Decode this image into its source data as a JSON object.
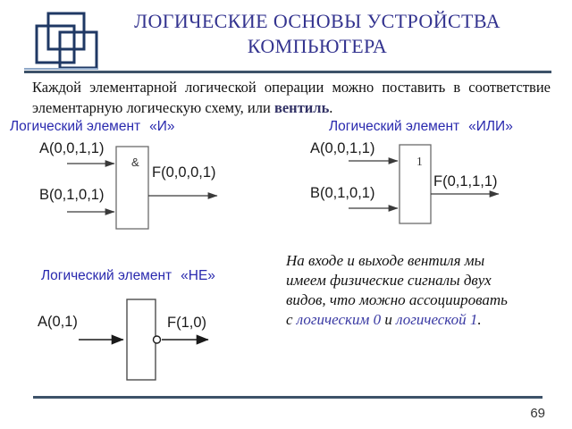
{
  "header": {
    "title_line1": "ЛОГИЧЕСКИЕ ОСНОВЫ УСТРОЙСТВА",
    "title_line2": "КОМПЬЮТЕРА",
    "logo_icon": "overlapping-squares-icon"
  },
  "intro": {
    "text": "Каждой элементарной логической операции можно поставить в соответствие элементарную логическую схему, или ",
    "highlight": "вентиль",
    "suffix": "."
  },
  "gates": {
    "and": {
      "heading_prefix": "Логический элемент",
      "heading_name": "«И»",
      "symbol": "&",
      "input_a": "A(0,0,1,1)",
      "input_b": "B(0,1,0,1)",
      "output": "F(0,0,0,1)"
    },
    "or": {
      "heading_prefix": "Логический элемент",
      "heading_name": "«ИЛИ»",
      "symbol": "1",
      "input_a": "A(0,0,1,1)",
      "input_b": "B(0,1,0,1)",
      "output": "F(0,1,1,1)"
    },
    "not": {
      "heading_prefix": "Логический элемент",
      "heading_name": "«НЕ»",
      "input": "A(0,1)",
      "output": "F(1,0)",
      "bubble_icon": "inversion-bubble-icon"
    }
  },
  "note": {
    "line1": "На входе и выходе вентиля мы",
    "line2": "имеем физические сигналы двух",
    "line3": "видов, что можно ассоциировать",
    "line4_prefix": "с ",
    "link1": "логическим 0",
    "line4_mid": " и ",
    "link2": "логической 1",
    "line4_suffix": "."
  },
  "footer": {
    "page_number": "69"
  },
  "colors": {
    "title_blue": "#33338F",
    "heading_blue": "#2929AE",
    "highlight_navy": "#333366",
    "link_blue": "#3939A3",
    "divider_navy": "#3D5269",
    "logo_navy": "#1F3864",
    "gate_outline_gray": "#6b6b6b",
    "wire_dark": "#3a3a3a"
  }
}
